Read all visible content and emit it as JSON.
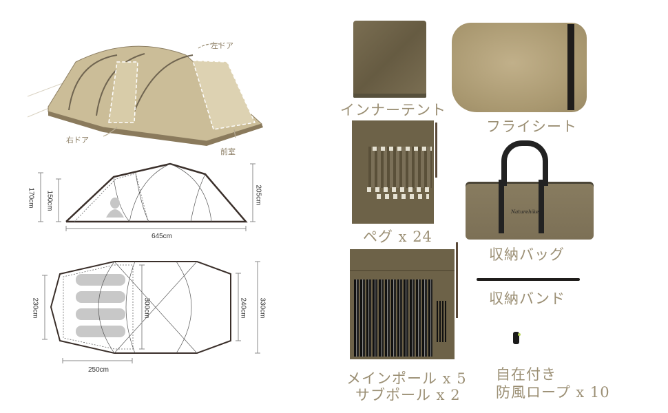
{
  "tent_photo": {
    "callouts": {
      "left_door": "左ドア",
      "right_door": "右ドア",
      "vestibule": "前室"
    }
  },
  "side_view": {
    "dims": {
      "height_outer": "170cm",
      "height_inner": "150cm",
      "height_peak": "205cm",
      "length": "645cm"
    }
  },
  "top_view": {
    "dims": {
      "width_rear": "230cm",
      "width_mid": "300cm",
      "width_front": "240cm",
      "width_total": "330cm",
      "inner_length": "250cm"
    }
  },
  "components": [
    {
      "label": "インナーテント"
    },
    {
      "label": "フライシート"
    },
    {
      "label": "ペグ x 24"
    },
    {
      "label": "収納バッグ"
    },
    {
      "label": "収納バンド"
    },
    {
      "label_line1": "メインポール x 5",
      "label_line2": "サブポール x 2"
    },
    {
      "label_line1": "自在付き",
      "label_line2": "防風ロープ x 10"
    }
  ],
  "bag_brand": "Naturehike",
  "colors": {
    "label": "#9b8f74",
    "tent_fabric": "#cbbd98",
    "olive": "#6e6449",
    "fly_tan": "#b3a47f",
    "outline": "#3a2f2a"
  }
}
